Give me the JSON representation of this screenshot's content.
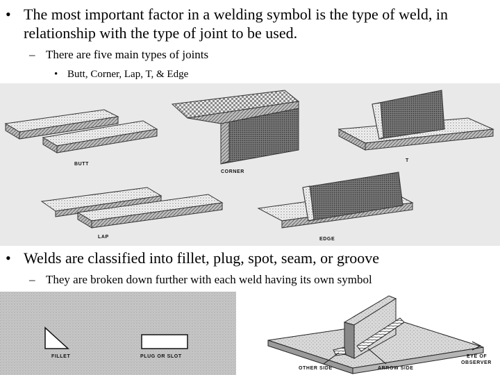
{
  "bullets": {
    "main1_line1": "The most important factor in a welding symbol is the type of weld, in",
    "main1_line2": "relationship with the type of joint to be used.",
    "sub1": "There are five main types of joints",
    "subsub1": "Butt, Corner, Lap, T, & Edge",
    "main2": "Welds are classified into fillet, plug, spot, seam, or groove",
    "sub2": "They are broken down further with each weld having its own symbol"
  },
  "bullet_marks": {
    "main": "•",
    "sub": "–",
    "subsub": "•"
  },
  "joint_labels": {
    "butt": "BUTT",
    "corner": "CORNER",
    "t": "T",
    "lap": "LAP",
    "edge": "EDGE"
  },
  "symbol_labels": {
    "fillet": "FILLET",
    "plug": "PLUG OR SLOT"
  },
  "weld_labels": {
    "other_side": "OTHER SIDE",
    "arrow_side": "ARROW SIDE",
    "eye_line1": "EYE OF",
    "eye_line2": "OBSERVER"
  }
}
